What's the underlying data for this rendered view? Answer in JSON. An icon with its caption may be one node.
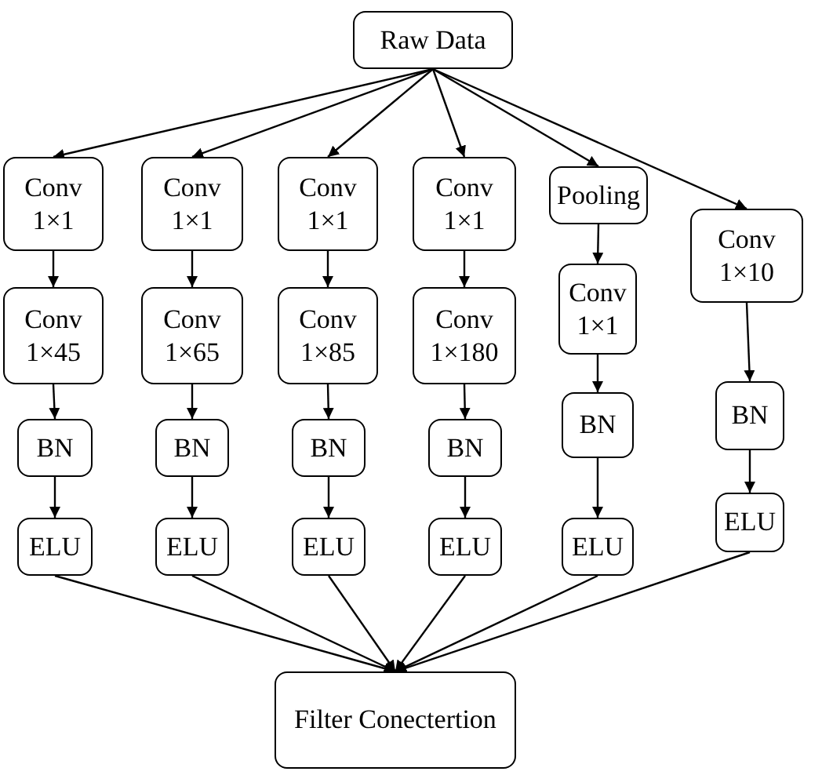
{
  "diagram": {
    "nodes": [
      {
        "text": [
          "Raw Data"
        ]
      },
      {
        "text": [
          "Conv 1×1"
        ]
      },
      {
        "text": [
          "Conv 1×45"
        ]
      },
      {
        "text": [
          "BN"
        ]
      },
      {
        "text": [
          "ELU"
        ]
      },
      {
        "text": [
          "Conv 1×1"
        ]
      },
      {
        "text": [
          "Conv 1×65"
        ]
      },
      {
        "text": [
          "BN"
        ]
      },
      {
        "text": [
          "ELU"
        ]
      },
      {
        "text": [
          "Conv 1×1"
        ]
      },
      {
        "text": [
          "Conv 1×85"
        ]
      },
      {
        "text": [
          "BN"
        ]
      },
      {
        "text": [
          "ELU"
        ]
      },
      {
        "text": [
          "Conv 1×1"
        ]
      },
      {
        "text": [
          "Conv 1×180"
        ]
      },
      {
        "text": [
          "BN"
        ]
      },
      {
        "text": [
          "ELU"
        ]
      },
      {
        "text": [
          "Pooling"
        ]
      },
      {
        "text": [
          "Conv 1×1"
        ]
      },
      {
        "text": [
          "BN"
        ]
      },
      {
        "text": [
          "ELU"
        ]
      },
      {
        "text": [
          "Conv 1×10"
        ]
      },
      {
        "text": [
          "BN"
        ]
      },
      {
        "text": [
          "ELU"
        ]
      },
      {
        "text": [
          "Filter Conectertion"
        ]
      }
    ],
    "edges": [
      {
        "from": 0,
        "to": 1,
        "arrow": "to"
      },
      {
        "from": 0,
        "to": 5,
        "arrow": "to"
      },
      {
        "from": 0,
        "to": 9,
        "arrow": "to"
      },
      {
        "from": 0,
        "to": 13,
        "arrow": "to"
      },
      {
        "from": 0,
        "to": 17,
        "arrow": "to"
      },
      {
        "from": 0,
        "to": 21,
        "arrow": "to"
      },
      {
        "from": 1,
        "to": 2,
        "arrow": "to"
      },
      {
        "from": 2,
        "to": 3,
        "arrow": "to"
      },
      {
        "from": 3,
        "to": 4,
        "arrow": "to"
      },
      {
        "from": 5,
        "to": 6,
        "arrow": "to"
      },
      {
        "from": 6,
        "to": 7,
        "arrow": "to"
      },
      {
        "from": 7,
        "to": 8,
        "arrow": "to"
      },
      {
        "from": 9,
        "to": 10,
        "arrow": "to"
      },
      {
        "from": 10,
        "to": 11,
        "arrow": "to"
      },
      {
        "from": 11,
        "to": 12,
        "arrow": "to"
      },
      {
        "from": 13,
        "to": 14,
        "arrow": "to"
      },
      {
        "from": 14,
        "to": 15,
        "arrow": "to"
      },
      {
        "from": 15,
        "to": 16,
        "arrow": "to"
      },
      {
        "from": 17,
        "to": 18,
        "arrow": "to"
      },
      {
        "from": 18,
        "to": 19,
        "arrow": "to"
      },
      {
        "from": 19,
        "to": 20,
        "arrow": "to"
      },
      {
        "from": 21,
        "to": 22,
        "arrow": "to"
      },
      {
        "from": 22,
        "to": 23,
        "arrow": "to"
      },
      {
        "from": 4,
        "to": 24,
        "arrow": "to"
      },
      {
        "from": 8,
        "to": 24,
        "arrow": "to"
      },
      {
        "from": 12,
        "to": 24,
        "arrow": "to"
      },
      {
        "from": 16,
        "to": 24,
        "arrow": "to"
      },
      {
        "from": 20,
        "to": 24,
        "arrow": "to"
      },
      {
        "from": 23,
        "to": 24,
        "arrow": "to"
      }
    ]
  }
}
